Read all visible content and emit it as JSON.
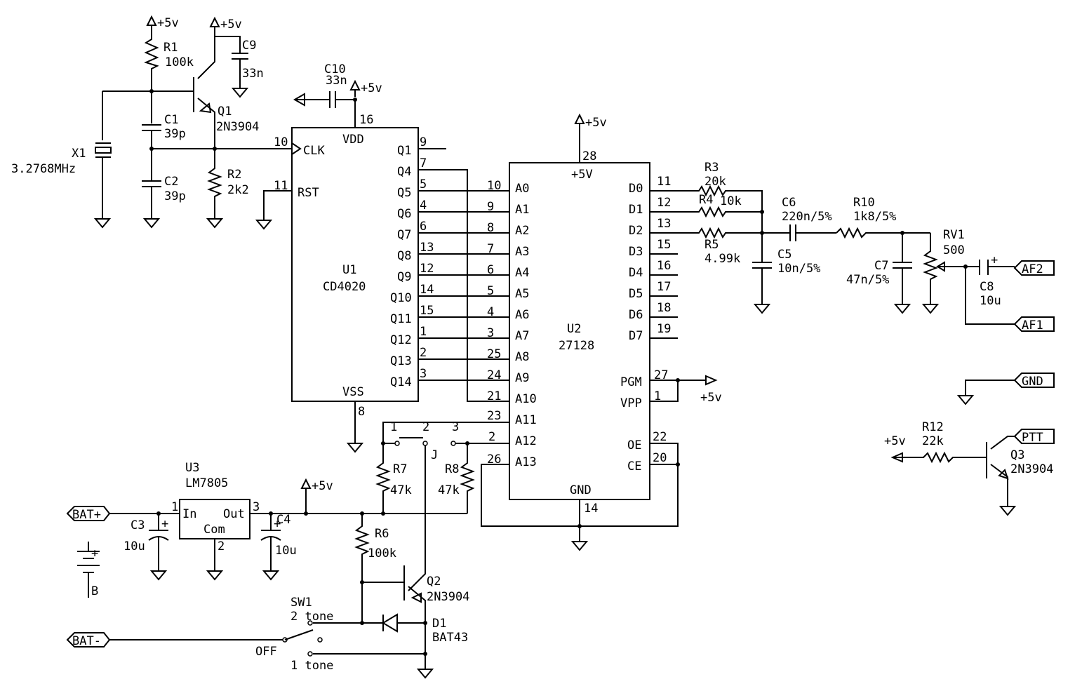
{
  "power": {
    "vcc": "+5v",
    "vcc_caps": "+5V"
  },
  "crystal": {
    "ref": "X1",
    "value": "3.2768MHz"
  },
  "r1": {
    "ref": "R1",
    "value": "100k"
  },
  "r2": {
    "ref": "R2",
    "value": "2k2"
  },
  "c1": {
    "ref": "C1",
    "value": "39p"
  },
  "c2": {
    "ref": "C2",
    "value": "39p"
  },
  "c9": {
    "ref": "C9",
    "value": "33n"
  },
  "c10": {
    "ref": "C10",
    "value": "33n"
  },
  "q1": {
    "ref": "Q1",
    "value": "2N3904"
  },
  "u1": {
    "ref": "U1",
    "part": "CD4020",
    "vdd": "VDD",
    "vss": "VSS",
    "clk": "CLK",
    "rst": "RST",
    "vdd_pin": "16",
    "vss_pin": "8",
    "clk_pin": "10",
    "rst_pin": "11",
    "outputs": [
      {
        "name": "Q1",
        "pin": "9"
      },
      {
        "name": "Q4",
        "pin": "7"
      },
      {
        "name": "Q5",
        "pin": "5"
      },
      {
        "name": "Q6",
        "pin": "4"
      },
      {
        "name": "Q7",
        "pin": "6"
      },
      {
        "name": "Q8",
        "pin": "13"
      },
      {
        "name": "Q9",
        "pin": "12"
      },
      {
        "name": "Q10",
        "pin": "14"
      },
      {
        "name": "Q11",
        "pin": "15"
      },
      {
        "name": "Q12",
        "pin": "1"
      },
      {
        "name": "Q13",
        "pin": "2"
      },
      {
        "name": "Q14",
        "pin": "3"
      }
    ]
  },
  "u2": {
    "ref": "U2",
    "part": "27128",
    "vcc": "+5V",
    "gnd": "GND",
    "vcc_pin": "28",
    "gnd_pin": "14",
    "address": [
      {
        "name": "A0",
        "pin": "10"
      },
      {
        "name": "A1",
        "pin": "9"
      },
      {
        "name": "A2",
        "pin": "8"
      },
      {
        "name": "A3",
        "pin": "7"
      },
      {
        "name": "A4",
        "pin": "6"
      },
      {
        "name": "A5",
        "pin": "5"
      },
      {
        "name": "A6",
        "pin": "4"
      },
      {
        "name": "A7",
        "pin": "3"
      },
      {
        "name": "A8",
        "pin": "25"
      },
      {
        "name": "A9",
        "pin": "24"
      },
      {
        "name": "A10",
        "pin": "21"
      },
      {
        "name": "A11",
        "pin": "23"
      },
      {
        "name": "A12",
        "pin": "2"
      },
      {
        "name": "A13",
        "pin": "26"
      }
    ],
    "data": [
      {
        "name": "D0",
        "pin": "11"
      },
      {
        "name": "D1",
        "pin": "12"
      },
      {
        "name": "D2",
        "pin": "13"
      },
      {
        "name": "D3",
        "pin": "15"
      },
      {
        "name": "D4",
        "pin": "16"
      },
      {
        "name": "D5",
        "pin": "17"
      },
      {
        "name": "D6",
        "pin": "18"
      },
      {
        "name": "D7",
        "pin": "19"
      }
    ],
    "pgm": {
      "name": "PGM",
      "pin": "27"
    },
    "vpp": {
      "name": "VPP",
      "pin": "1"
    },
    "oe": {
      "name": "OE",
      "pin": "22"
    },
    "ce": {
      "name": "CE",
      "pin": "20"
    }
  },
  "r3": {
    "ref": "R3",
    "value": "20k"
  },
  "r4": {
    "ref": "R4",
    "value": "10k"
  },
  "r5": {
    "ref": "R5",
    "value": "4.99k"
  },
  "c5": {
    "ref": "C5",
    "value": "10n/5%"
  },
  "c6": {
    "ref": "C6",
    "value": "220n/5%"
  },
  "r10": {
    "ref": "R10",
    "value": "1k8/5%"
  },
  "c7": {
    "ref": "C7",
    "value": "47n/5%"
  },
  "rv1": {
    "ref": "RV1",
    "value": "500"
  },
  "c8": {
    "ref": "C8",
    "value": "10u"
  },
  "connectors": {
    "af2": "AF2",
    "af1": "AF1",
    "gnd": "GND",
    "ptt": "PTT",
    "bat_plus": "BAT+",
    "bat_minus": "BAT-"
  },
  "r12": {
    "ref": "R12",
    "value": "22k"
  },
  "q3": {
    "ref": "Q3",
    "value": "2N3904"
  },
  "jumper": {
    "ref": "J",
    "pin1": "1",
    "pin2": "2",
    "pin3": "3"
  },
  "r7": {
    "ref": "R7",
    "value": "47k"
  },
  "r8": {
    "ref": "R8",
    "value": "47k"
  },
  "u3": {
    "ref": "U3",
    "part": "LM7805",
    "in": "In",
    "out": "Out",
    "com": "Com",
    "pin_in": "1",
    "pin_out": "3",
    "pin_com": "2"
  },
  "c3": {
    "ref": "C3",
    "value": "10u"
  },
  "c4": {
    "ref": "C4",
    "value": "10u"
  },
  "battery": {
    "ref": "B",
    "plus": "+"
  },
  "r6": {
    "ref": "R6",
    "value": "100k"
  },
  "q2": {
    "ref": "Q2",
    "value": "2N3904"
  },
  "d1": {
    "ref": "D1",
    "value": "BAT43"
  },
  "sw1": {
    "ref": "SW1",
    "pos1": "2 tone",
    "pos2": "OFF",
    "pos3": "1 tone"
  },
  "plus_sign": "+"
}
